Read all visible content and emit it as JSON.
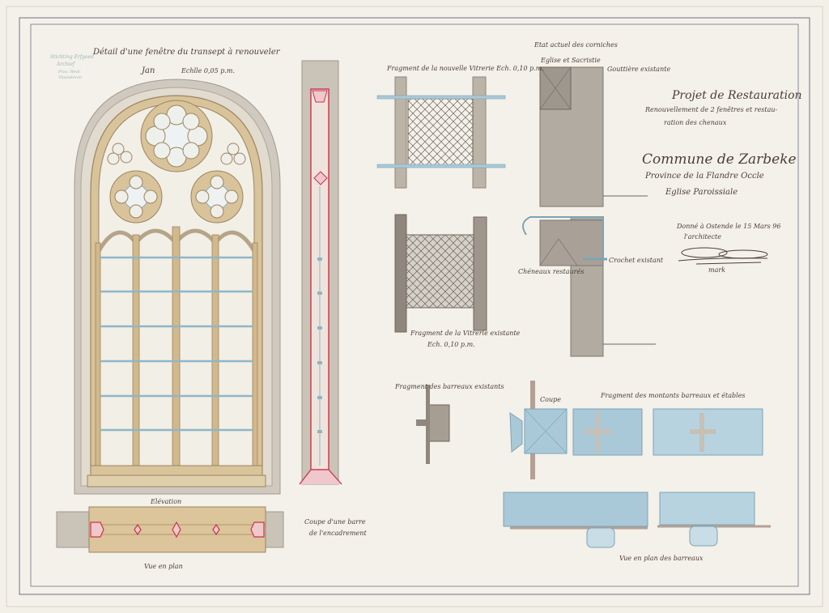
{
  "drawing": {
    "stamp": [
      "Stichting Erfgoed",
      "Archief",
      "Prov. West-",
      "Vlaanderen"
    ],
    "window_title": "Détail d'une fenêtre du transept à renouveler",
    "window_subtitle": "Jan",
    "window_scale": "Echlle 0,05 p.m.",
    "new_glazing": "Fragment de la nouvelle Vitrerie Ech. 0,10 p.m.",
    "cornice_state": "Etat actuel des corniches",
    "cornice_place": "Eglise et Sacristie",
    "existing_gutter": "Gouttière existante",
    "project_title": "Projet de Restauration",
    "project_desc_1": "Renouvellement de 2 fenêtres et restau-",
    "project_desc_2": "ration des chenaux",
    "commune": "Commune de Zarbeke",
    "province": "Province de la Flandre Occle",
    "church": "Eglise Paroissiale",
    "dated": "Donné à Ostende le 15 Mars 96",
    "architect": "l'architecte",
    "signature_note": "mark",
    "existing_hook": "Crochet existant",
    "restored_gutters": "Chéneaux restaurés",
    "old_glazing_1": "Fragment de la Vitrerie existante",
    "old_glazing_2": "Ech. 0,10 p.m.",
    "existing_bars": "Fragment des barreaux existants",
    "section": "Coupe",
    "mullions_fragment": "Fragment des montants barreaux et étables",
    "elevation": "Elévation",
    "plan_view": "Vue en plan",
    "bar_section_1": "Coupe d'une barre",
    "bar_section_2": "de l'encadrement",
    "bars_plan": "Vue en plan des barreaux"
  },
  "colors": {
    "paper": "#f3f0e8",
    "stone": "#d9c39a",
    "stone_dark": "#b59a6b",
    "grey_wash": "#b8b2a8",
    "blue_wash": "#a9c9d8",
    "red_line": "#c8354a",
    "ink": "#4a3e33"
  }
}
